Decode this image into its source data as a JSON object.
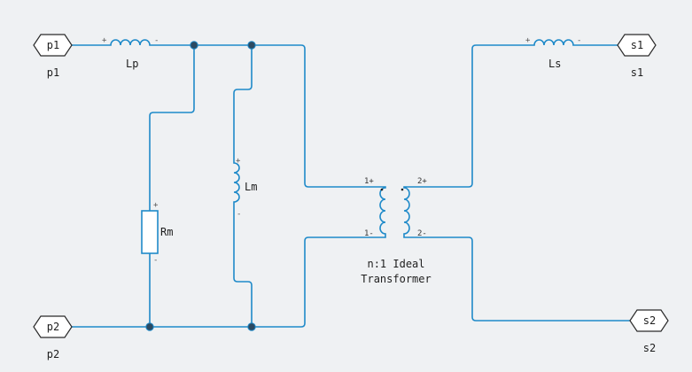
{
  "ports": {
    "p1": {
      "tag": "p1",
      "label": "p1"
    },
    "p2": {
      "tag": "p2",
      "label": "p2"
    },
    "s1": {
      "tag": "s1",
      "label": "s1"
    },
    "s2": {
      "tag": "s2",
      "label": "s2"
    }
  },
  "components": {
    "Lp": {
      "label": "Lp",
      "plus": "+",
      "minus": "-"
    },
    "Ls": {
      "label": "Ls",
      "plus": "+",
      "minus": "-"
    },
    "Lm": {
      "label": "Lm",
      "plus": "+",
      "minus": "-"
    },
    "Rm": {
      "label": "Rm",
      "plus": "+",
      "minus": "-"
    },
    "transformer": {
      "pin_1p": "1+",
      "pin_1m": "1-",
      "pin_2p": "2+",
      "pin_2m": "2-",
      "caption_line1": "n:1 Ideal",
      "caption_line2": "Transformer"
    }
  },
  "colors": {
    "wire": "#1f8ac9",
    "node": "#2c4a62",
    "background": "#eff1f3"
  }
}
